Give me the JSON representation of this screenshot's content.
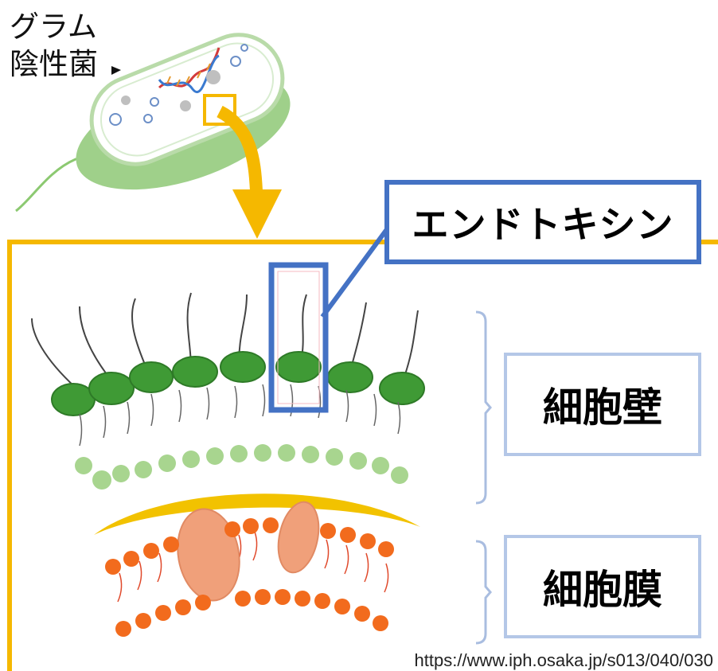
{
  "labels": {
    "gram_negative_line1": "グラム",
    "gram_negative_line2": "陰性菌",
    "endotoxin": "エンドトキシン",
    "cell_wall": "細胞壁",
    "cell_membrane": "細胞膜",
    "source_url": "https://www.iph.osaka.jp/s013/040/030"
  },
  "colors": {
    "frame": "#f5b800",
    "callout": "#4472c4",
    "label_box": "#b4c7e7",
    "lps_head": "#3f9a35",
    "lipid_head_pale": "#a8d58f",
    "outer_membrane_band": "#f2c200",
    "phospholipid_head": "#f26b1d",
    "protein": "#f0a07a",
    "bacterium_body": "#9fd08a"
  },
  "icons": {
    "arrow": "down-arrow-icon",
    "dna": "dna-helix-icon"
  }
}
